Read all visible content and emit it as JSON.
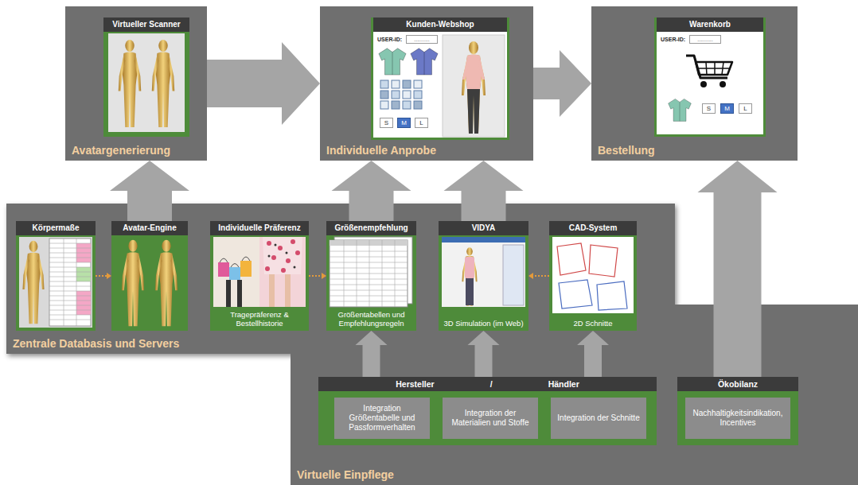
{
  "diagram": {
    "nodes": [
      {
        "text": [
          "Avatargenerierung"
        ]
      },
      {
        "text": [
          "Virtueller Scanner"
        ],
        "in": 0
      },
      {
        "text": [
          "Individuelle Anprobe"
        ]
      },
      {
        "text": [
          "Kunden-Webshop"
        ],
        "in": 2
      },
      {
        "text": [
          "Bestellung"
        ]
      },
      {
        "text": [
          "Warenkorb"
        ],
        "in": 4
      },
      {
        "text": [
          "Zentrale Databasis und Servers"
        ]
      },
      {
        "text": [
          "Körpermaße"
        ],
        "in": 6
      },
      {
        "text": [
          "Avatar-Engine"
        ],
        "in": 6
      },
      {
        "text": [
          "Individuelle Präferenz",
          "Tragepräferenz & Bestellhistorie"
        ],
        "in": 6
      },
      {
        "text": [
          "Größenempfehlung",
          "Größentabellen und Empfehlungsregeln"
        ],
        "in": 6
      },
      {
        "text": [
          "VIDYA",
          "3D Simulation (im Web)"
        ],
        "in": 6
      },
      {
        "text": [
          "CAD-System",
          "2D Schnitte"
        ],
        "in": 6
      },
      {
        "text": [
          "Virtuelle Einpflege"
        ]
      },
      {
        "text": [
          "Hersteller",
          "/",
          "Händler"
        ],
        "in": 13
      },
      {
        "text": [
          "Integration Größentabelle und Passformverhalten"
        ],
        "in": 14
      },
      {
        "text": [
          "Integration der Materialien und Stoffe"
        ],
        "in": 14
      },
      {
        "text": [
          "Integration der Schnitte"
        ],
        "in": 14
      },
      {
        "text": [
          "Ökobilanz"
        ],
        "in": 13
      },
      {
        "text": [
          "Nachhaltigkeitsindikation, Incentives"
        ],
        "in": 18
      }
    ],
    "edges": [
      {
        "from": 0,
        "to": 2,
        "arrow": "to"
      },
      {
        "from": 2,
        "to": 4,
        "arrow": "to"
      },
      {
        "from": 8,
        "to": 0,
        "arrow": "to"
      },
      {
        "from": 10,
        "to": 2,
        "arrow": "to"
      },
      {
        "from": 11,
        "to": 2,
        "arrow": "to"
      },
      {
        "from": 18,
        "to": 4,
        "arrow": "to"
      },
      {
        "from": 14,
        "to": 10,
        "arrow": "to"
      },
      {
        "from": 14,
        "to": 11,
        "arrow": "to"
      },
      {
        "from": 14,
        "to": 12,
        "arrow": "to"
      },
      {
        "from": 7,
        "to": 8,
        "arrow": "to"
      },
      {
        "from": 9,
        "to": 10,
        "arrow": "to"
      },
      {
        "from": 12,
        "to": 11,
        "arrow": "to"
      }
    ],
    "labels": [
      "USER-ID:",
      "..........",
      "S",
      "M",
      "L",
      "USER-ID:",
      "..........",
      "S",
      "M",
      "L"
    ]
  }
}
